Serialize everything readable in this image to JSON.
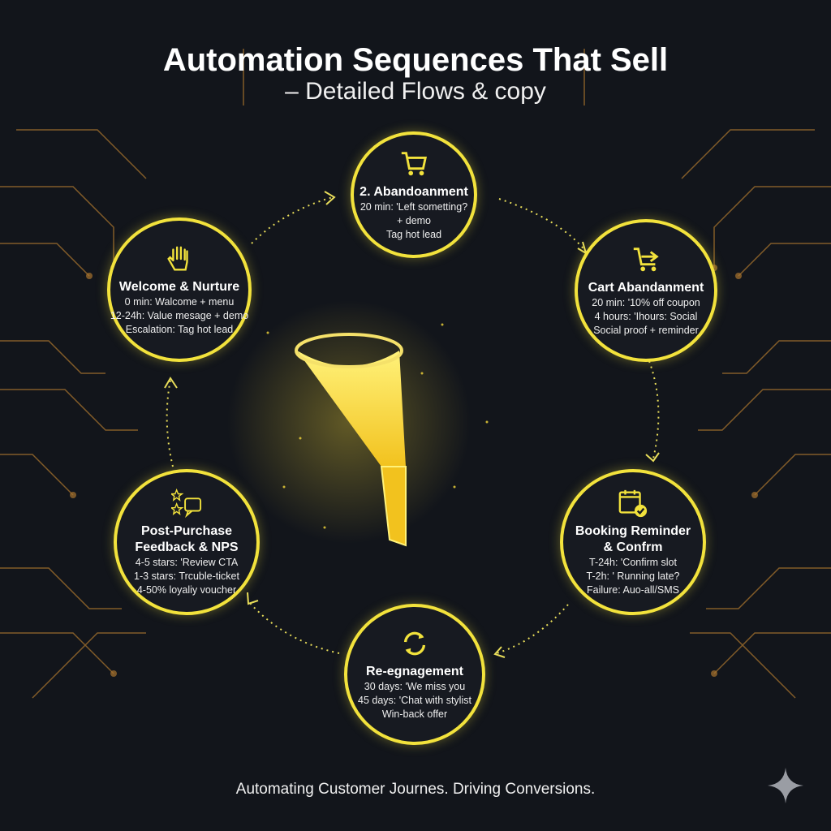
{
  "header": {
    "title": "Automation Sequences That Sell",
    "subtitle": "– Detailed Flows & copy"
  },
  "nodes": [
    {
      "id": "abandonment",
      "icon": "shopping-cart-icon",
      "title": "2. Abandoanment",
      "lines": [
        "20 min: 'Left sometting?",
        "+ demo",
        "Tag hot lead"
      ]
    },
    {
      "id": "welcome",
      "icon": "hand-icon",
      "title": "Welcome & Nurture",
      "lines": [
        "0 min: Walcome + menu",
        "12-24h: Value mesage + demo",
        "Escalation: Tag hot lead"
      ]
    },
    {
      "id": "cart",
      "icon": "cart-arrow-icon",
      "title": "Cart Abandanment",
      "lines": [
        "20 min: '10% off coupon",
        "4 hours: 'Ihours: Social",
        "Social proof + reminder"
      ]
    },
    {
      "id": "feedback",
      "icon": "stars-chat-icon",
      "title": "Post-Purchase",
      "title2": "Feedback & NPS",
      "lines": [
        "4-5 stars: 'Review CTA",
        "1-3 stars: Trcuble-ticket",
        "4-50% loyaliy voucher"
      ]
    },
    {
      "id": "booking",
      "icon": "calendar-check-icon",
      "title": "Booking Reminder",
      "title2": "& Confrm",
      "lines": [
        "T-24h: 'Confirm slot",
        "T-2h: ' Running late?",
        "Failure: Auo-all/SMS"
      ]
    },
    {
      "id": "reengagement",
      "icon": "refresh-icon",
      "title": "Re-egnagement",
      "lines": [
        "30 days: 'We miss you",
        "45 days: 'Chat with stylist",
        "Win-back offer"
      ]
    }
  ],
  "footer": {
    "tagline": "Automating Customer Journes. Driving Conversions."
  },
  "colors": {
    "accent": "#f2e23c",
    "background": "#12151b",
    "circuit": "#a8742e"
  }
}
